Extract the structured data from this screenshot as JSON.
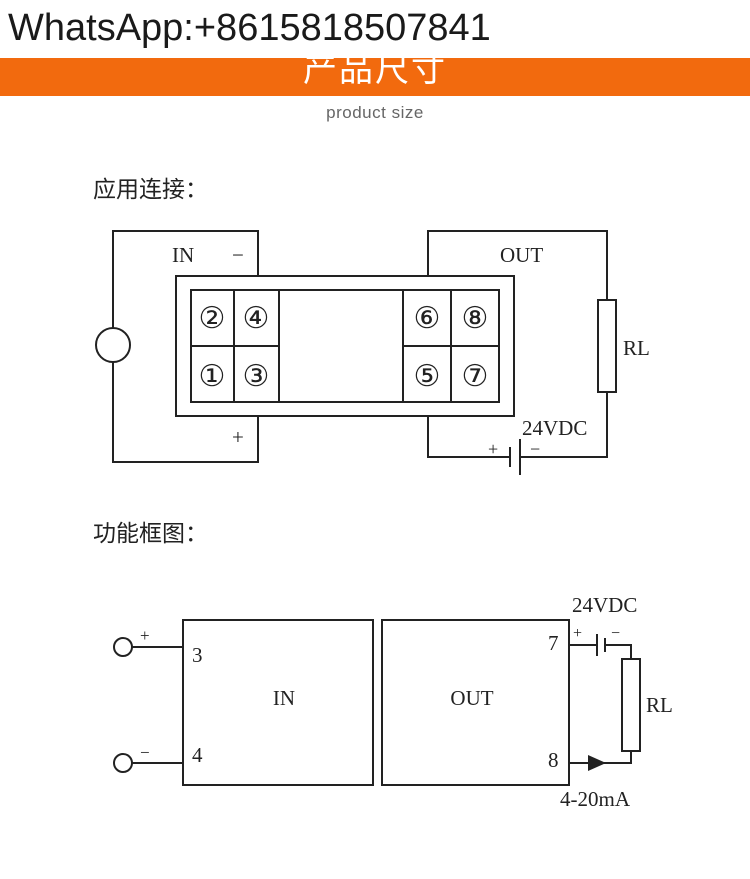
{
  "header": {
    "whatsapp": "WhatsApp:+8615818507841",
    "title": "产品尺寸",
    "subtitle": "product size"
  },
  "connection": {
    "heading": "应用连接：",
    "in_label": "IN",
    "minus": "−",
    "plus": "+",
    "out_label": "OUT",
    "terminals": [
      "②",
      "④",
      "①",
      "③",
      "⑥",
      "⑧",
      "⑤",
      "⑦"
    ],
    "load": "RL",
    "supply": "24VDC",
    "supply_plus": "+",
    "supply_minus": "−"
  },
  "block": {
    "heading": "功能框图：",
    "in_plus": "+",
    "in_minus": "−",
    "pin3": "3",
    "pin4": "4",
    "in_block": "IN",
    "out_block": "OUT",
    "pin7": "7",
    "pin8": "8",
    "supply": "24VDC",
    "supply_plus": "+",
    "supply_minus": "−",
    "load": "RL",
    "output_range": "4-20mA"
  },
  "colors": {
    "banner": "#f26a0e",
    "line": "#222222"
  }
}
